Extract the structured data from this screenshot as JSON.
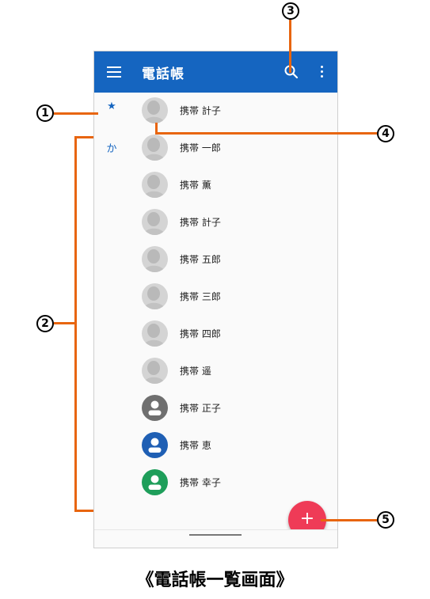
{
  "appbar": {
    "title": "電話帳"
  },
  "contacts": [
    {
      "index": "★",
      "name": "携帯 計子",
      "avatar": "photo"
    },
    {
      "index": "か",
      "name": "携帯 一郎",
      "avatar": "photo"
    },
    {
      "index": "",
      "name": "携帯 薫",
      "avatar": "photo"
    },
    {
      "index": "",
      "name": "携帯 計子",
      "avatar": "photo"
    },
    {
      "index": "",
      "name": "携帯 五郎",
      "avatar": "photo"
    },
    {
      "index": "",
      "name": "携帯 三郎",
      "avatar": "photo"
    },
    {
      "index": "",
      "name": "携帯 四郎",
      "avatar": "photo"
    },
    {
      "index": "",
      "name": "携帯 遥",
      "avatar": "photo"
    },
    {
      "index": "",
      "name": "携帯 正子",
      "avatar": "#6f6f6f"
    },
    {
      "index": "",
      "name": "携帯 恵",
      "avatar": "#1f5fb4"
    },
    {
      "index": "",
      "name": "携帯 幸子",
      "avatar": "#1e9e5a"
    }
  ],
  "fab": {
    "label": "+"
  },
  "callouts": {
    "c1": "1",
    "c2": "2",
    "c3": "3",
    "c4": "4",
    "c5": "5"
  },
  "caption": "《電話帳一覧画面》",
  "colors": {
    "appbar": "#1565c0",
    "fab": "#ef3b57",
    "accent_line": "#e8650f",
    "star": "#e53950"
  }
}
